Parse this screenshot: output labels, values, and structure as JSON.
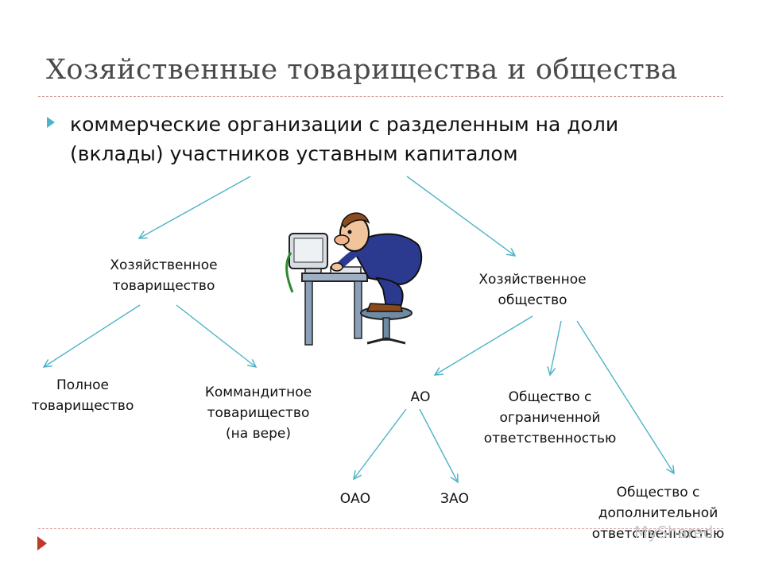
{
  "slide": {
    "title": "Хозяйственные товарищества и общества",
    "bullet": "коммерческие организации с разделенным на доли (вклады) участников уставным капиталом"
  },
  "nodes": {
    "partnership": "Хозяйственное\nтоварищество",
    "society": "Хозяйственное\nобщество",
    "full": "Полное\nтоварищество",
    "limited": "Коммандитное\nтоварищество\n(на вере)",
    "ao": "АО",
    "ooo": "Общество с\nограниченной\nответственностью",
    "odo": "Общество с\nдополнительной\nответственностью",
    "oao": "ОАО",
    "zao": "ЗАО"
  },
  "watermark": "MyShared",
  "colors": {
    "arrow": "#4fb3c8",
    "title": "#4a4a4a",
    "accent": "#c0392b",
    "rule": "#d39a9a"
  },
  "icons": {
    "bullet": "triangle-right",
    "corner": "triangle-right",
    "clipart": "person-at-computer"
  }
}
